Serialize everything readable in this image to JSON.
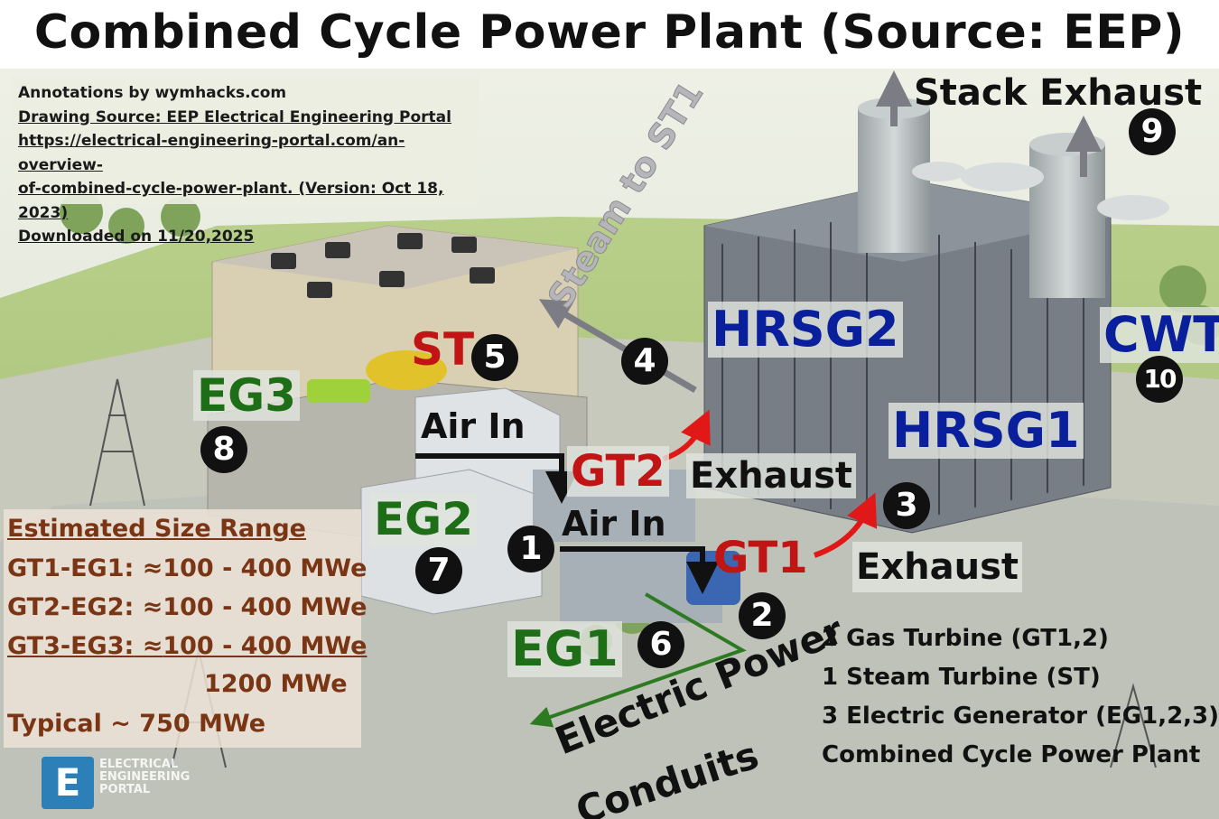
{
  "title": "Combined Cycle Power Plant (Source: EEP)",
  "credit": {
    "line1": "Annotations by wymhacks.com",
    "line2": "Drawing Source: EEP Electrical Engineering Portal",
    "line3": " https://electrical-engineering-portal.com/an-overview-",
    "line4": "of-combined-cycle-power-plant.  (Version: Oct 18, 2023)",
    "line5": "Downloaded on 11/20,2025"
  },
  "labels": {
    "stack_exhaust": "Stack Exhaust",
    "steam_to_st1": "Steam to ST1",
    "hrsg2": "HRSG2",
    "hrsg1": "HRSG1",
    "cwt": "CWT",
    "st": "ST",
    "eg3": "EG3",
    "eg2": "EG2",
    "eg1": "EG1",
    "gt2": "GT2",
    "gt1": "GT1",
    "air_in_top": "Air  In",
    "air_in_bottom": "Air  In",
    "exhaust_top": "Exhaust",
    "exhaust_bottom": "Exhaust",
    "electric_power": "Electric Power",
    "conduits": "Conduits"
  },
  "markers": {
    "m1": "1",
    "m2": "2",
    "m3": "3",
    "m4": "4",
    "m5": "5",
    "m6": "6",
    "m7": "7",
    "m8": "8",
    "m9": "9",
    "m10": "10"
  },
  "sizes": {
    "heading": "Estimated Size Range",
    "gt1": "GT1-EG1: ≈100 - 400 MWe",
    "gt2": "GT2-EG2: ≈100 - 400 MWe",
    "gt3_name": "GT3-EG3:",
    "gt3_approx": " ≈",
    "gt3_range": "100 - 400 MWe",
    "total": "1200 MWe",
    "typical": "Typical ~ 750 MWe"
  },
  "summary": {
    "l1": "2 Gas Turbine (GT1,2)",
    "l2": "1 Steam Turbine (ST)",
    "l3": "3 Electric Generator (EG1,2,3)",
    "l4": "Combined Cycle Power Plant"
  },
  "logo": {
    "glyph": "E",
    "line1": "ELECTRICAL",
    "line2": "ENGINEERING",
    "line3": "PORTAL"
  },
  "colors": {
    "red": "#c11414",
    "green": "#1d6e17",
    "blue": "#0a1f9c",
    "brown": "#7a3515",
    "gray_arrow": "#7c7c84",
    "sky": "#eef1e8"
  }
}
